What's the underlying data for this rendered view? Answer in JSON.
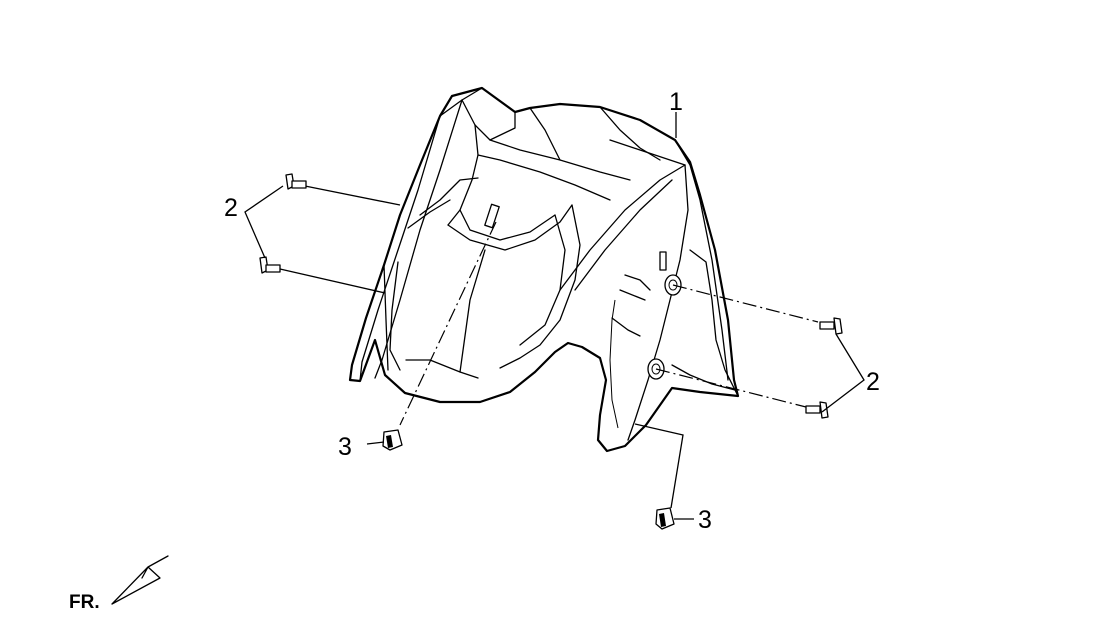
{
  "callouts": {
    "fender": "1",
    "screw_left": "2",
    "screw_right": "2",
    "clip_left": "3",
    "clip_right": "3"
  },
  "direction": {
    "label": "FR."
  },
  "colors": {
    "line": "#000000",
    "background": "#ffffff"
  }
}
